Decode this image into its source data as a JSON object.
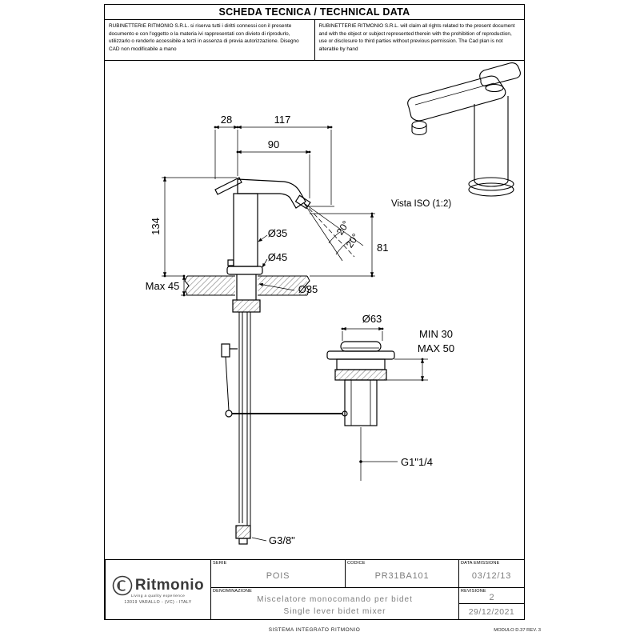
{
  "colors": {
    "line": "#000000",
    "muted_value_text": "#7e7e7e"
  },
  "header": {
    "title": "SCHEDA TECNICA / TECHNICAL DATA"
  },
  "legal": {
    "italian": "RUBINETTERIE RITMONIO S.R.L. si riserva tutti i diritti connessi con il presente documento e con l'oggetto o la materia ivi rappresentati con divieto di riprodurlo, utilizzarlo o renderlo accessibile a terzi in assenza di previa autorizzazione. Disegno CAD non modificabile a mano",
    "english": "RUBINETTERIE RITMONIO S.R.L. will claim all rights related to the present document and with the object or subject represented therein with the prohibition  of reproduction, use or disclosure to third parties without previous permission.  The Cad plan is not alterable by hand"
  },
  "drawing": {
    "dim_28": "28",
    "dim_117": "117",
    "dim_90": "90",
    "dim_134": "134",
    "dim_max45": "Max 45",
    "dia_35_body": "Ø35",
    "dia_45": "Ø45",
    "dia_35_deck": "Ø35",
    "angle_a": "20°",
    "angle_b": "20°",
    "dim_81": "81",
    "dia_63": "Ø63",
    "dim_min30": "MIN 30",
    "dim_max50": "MAX 50",
    "thread_drain": "G1\"1/4",
    "thread_hose": "G3/8\"",
    "iso_caption": "Vista ISO (1:2)"
  },
  "titleblock": {
    "serie_label": "SERIE",
    "serie_value": "POIS",
    "codice_label": "CODICE",
    "codice_value": "PR31BA101",
    "data_label": "DATA EMISSIONE",
    "data_value": "03/12/13",
    "denominazione_label": "DENOMINAZIONE",
    "denominazione_it": "Miscelatore  monocomando  per  bidet",
    "denominazione_en": "Single  lever  bidet  mixer",
    "revisione_label": "REVISIONE",
    "revisione_value": "2",
    "revisione_date": "29/12/2021",
    "logo_text": "Ritmonio",
    "logo_tagline": "Living a quality experience",
    "logo_address": "13019 VARALLO - (VC) - ITALY"
  },
  "footer": {
    "sistema": "SISTEMA INTEGRATO RITMONIO",
    "modulo": "MODULO D.37 REV. 3"
  }
}
